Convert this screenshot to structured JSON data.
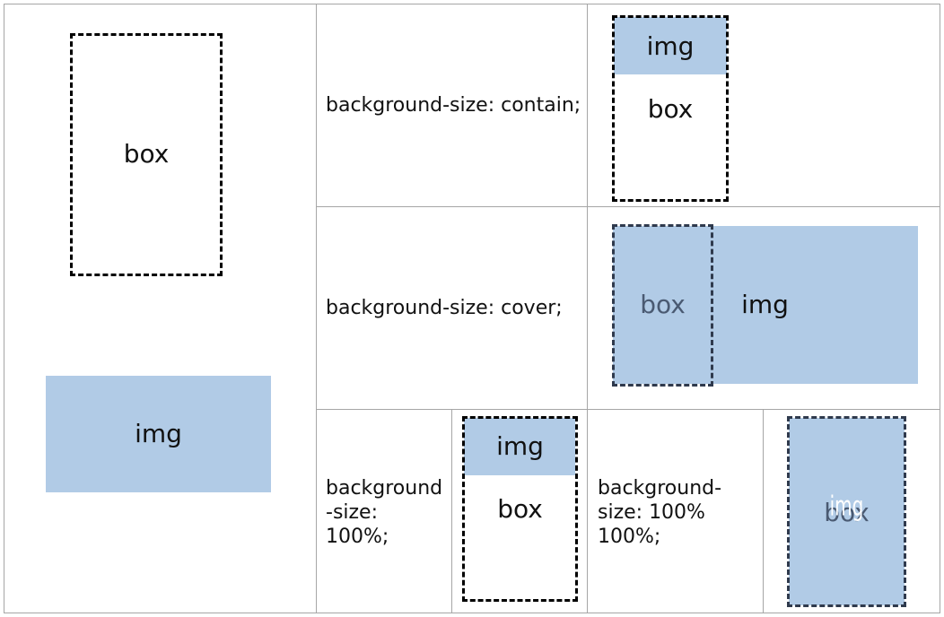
{
  "left": {
    "box": "box",
    "img": "img"
  },
  "rows": [
    {
      "label": "background-size: contain;",
      "img": "img",
      "box": "box"
    },
    {
      "label": "background-size: cover;",
      "box": "box",
      "img": "img"
    },
    {
      "label_a": [
        "background",
        "-size:",
        "100%;"
      ],
      "img_a": "img",
      "box_a": "box",
      "label_b": [
        "background-",
        "size: 100%",
        "100%;"
      ],
      "box_b": "box",
      "img_b": "img"
    }
  ],
  "colors": {
    "fill": "#b1cbe6",
    "grid": "#a6a6a6",
    "dash_dark": "#2f3a4d"
  }
}
